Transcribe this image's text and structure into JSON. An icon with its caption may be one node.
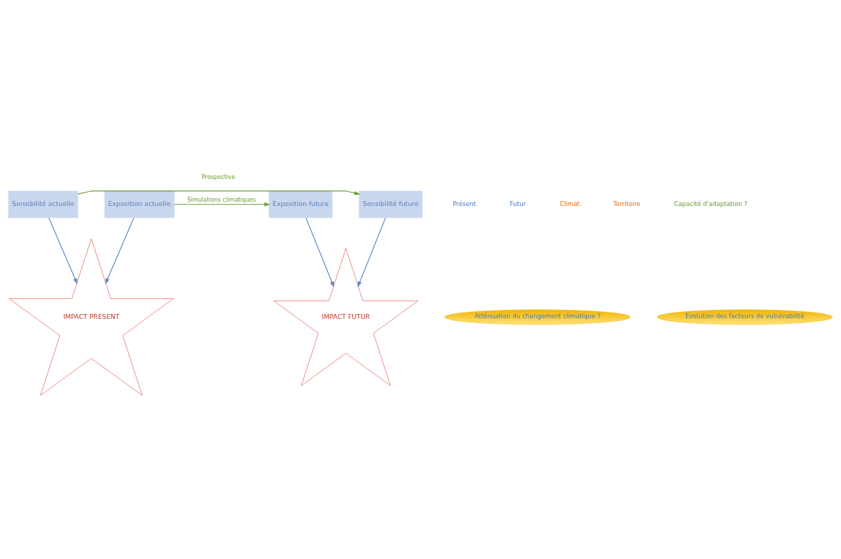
{
  "diagram": {
    "nodes": [
      {
        "text": [
          "Exposition actuelle"
        ]
      },
      {
        "text": [
          "Exposition future"
        ]
      },
      {
        "text": [
          "Atténuation du changement climatique ?"
        ]
      },
      {
        "text": [
          "IMPACT PRESENT"
        ]
      },
      {
        "text": [
          "IMPACT FUTUR"
        ]
      },
      {
        "text": [
          "Evolution des facteurs de vulnérabilité"
        ]
      },
      {
        "text": [
          "Sensibilité actuelle"
        ]
      },
      {
        "text": [
          "Sensibilité future"
        ]
      }
    ],
    "edges": [
      {
        "from": 0,
        "to": 1,
        "arrow": "to",
        "label": "Simulations climatiques",
        "color": "#6a9a3a"
      },
      {
        "from": 0,
        "to": 3,
        "arrow": "to"
      },
      {
        "from": 1,
        "to": 4,
        "arrow": "to"
      },
      {
        "from": 6,
        "to": 3,
        "arrow": "to"
      },
      {
        "from": 7,
        "to": 4,
        "arrow": "to"
      },
      {
        "from": 6,
        "to": 7,
        "arrow": "to",
        "label": "Prospective",
        "color": "#6a9a3a"
      }
    ],
    "labels": [
      "Présent",
      "Futur",
      "Climat",
      "Territoire",
      "Capacité d'adaptation ?"
    ]
  }
}
